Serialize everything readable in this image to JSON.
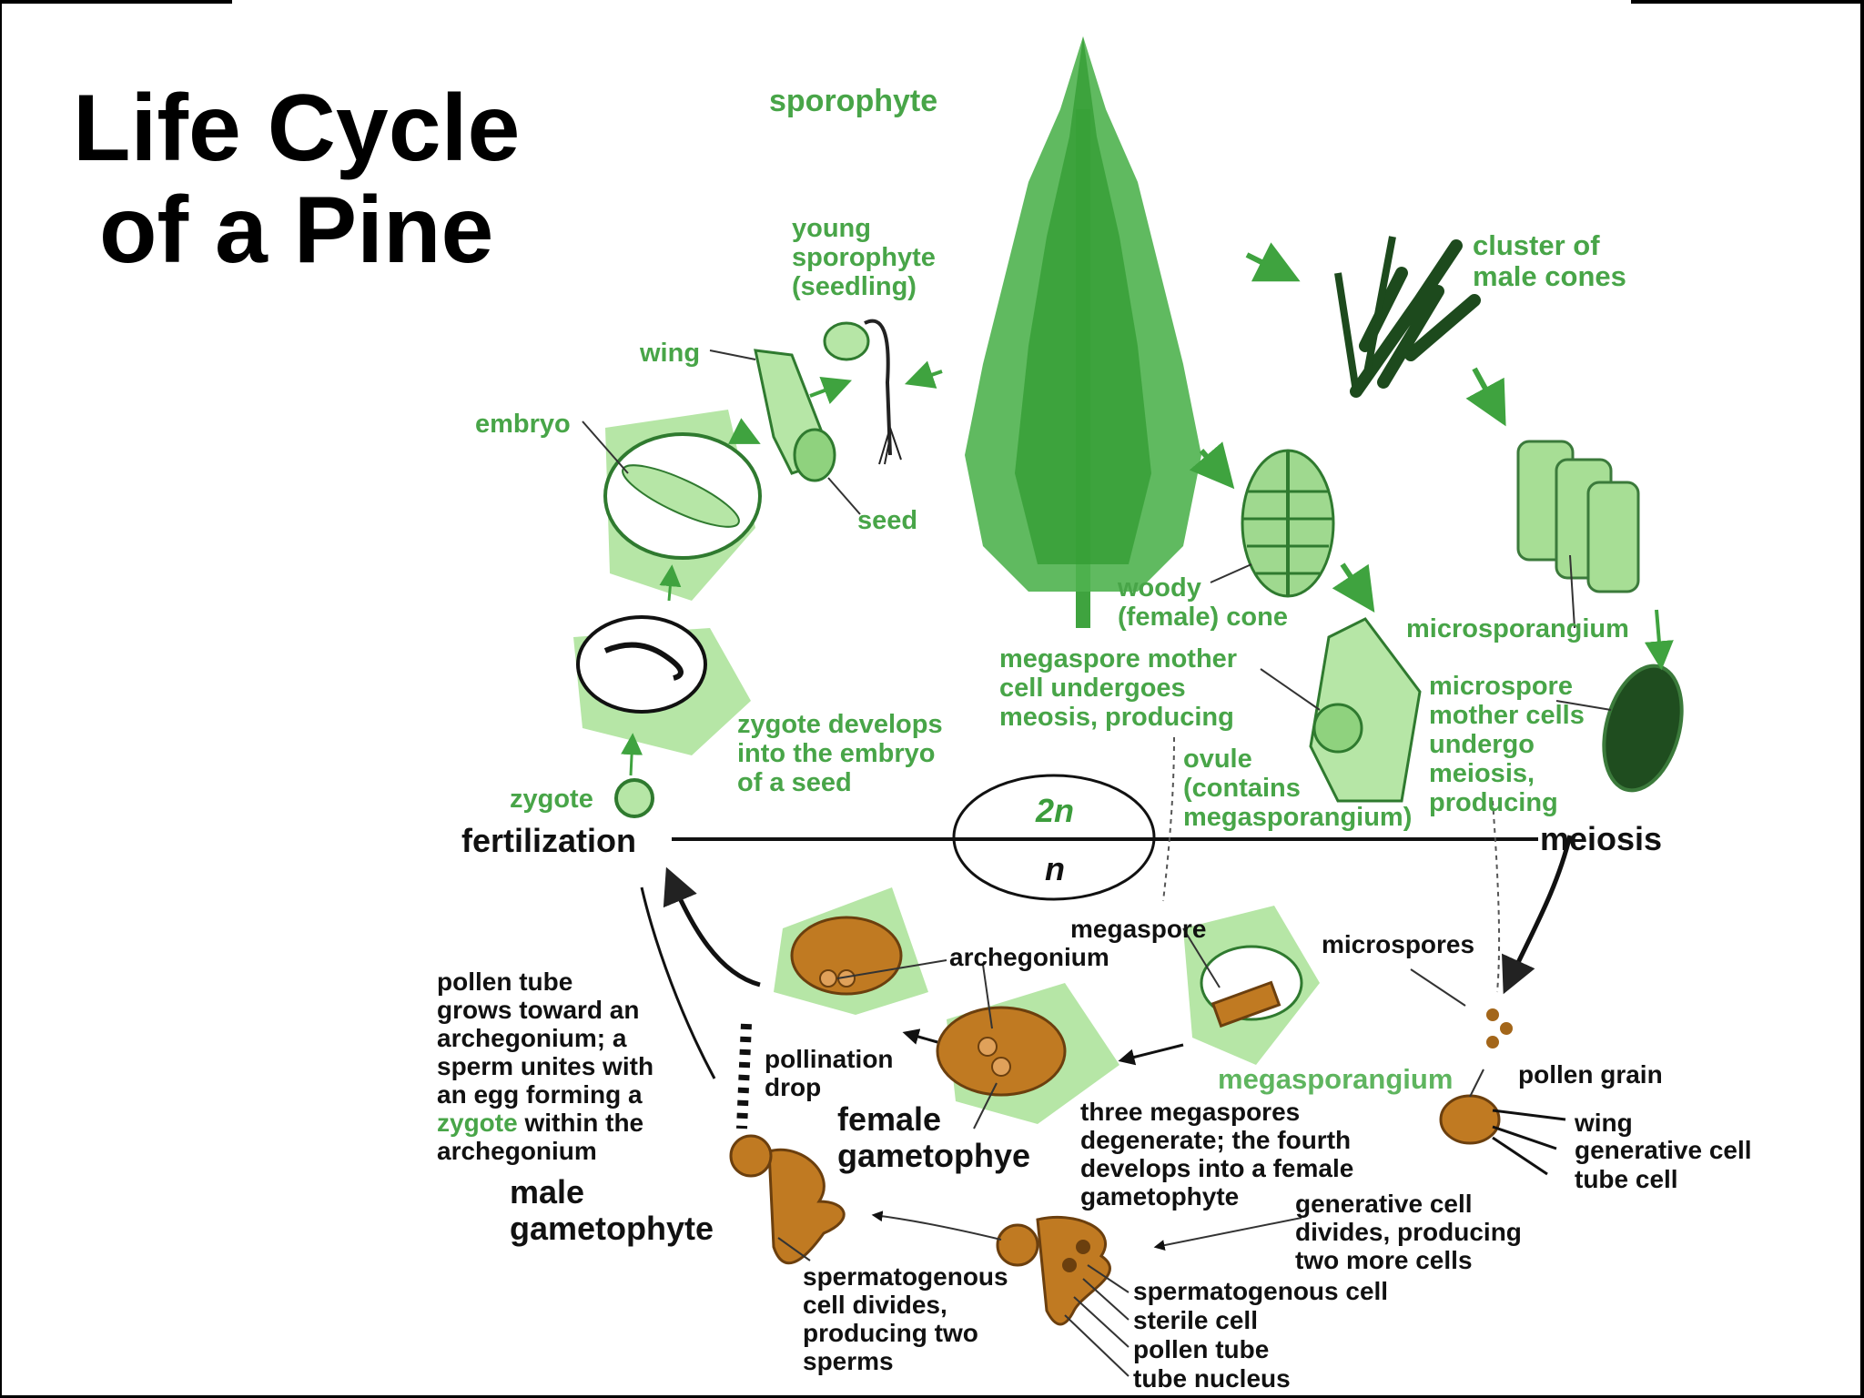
{
  "title": {
    "line1": "Life Cycle",
    "line2": "of a Pine"
  },
  "labels": {
    "sporophyte": "sporophyte",
    "young_sporophyte": "young\nsporophyte\n(seedling)",
    "wing_top": "wing",
    "embryo": "embryo",
    "seed": "seed",
    "cluster_male_cones": "cluster of\nmale cones",
    "woody_cone": "woody\n(female) cone",
    "megaspore_mother": "megaspore mother\ncell undergoes\nmeosis, producing",
    "microsporangium": "microsporangium",
    "microspore_mother": "microspore\nmother cells\nundergo\nmeiosis,\nproducing",
    "zygote_develops": "zygote develops\ninto the embryo\nof a seed",
    "zygote": "zygote",
    "ovule": "ovule\n(contains\nmegasporangium)",
    "fertilization": "fertilization",
    "meiosis": "meiosis",
    "diploid": "2n",
    "haploid": "n",
    "megaspore": "megaspore",
    "microspores": "microspores",
    "archegonium": "archegonium",
    "pollen_tube_text_1": "pollen tube\ngrows toward an\narchegonium; a\nsperm unites with\nan egg forming a",
    "pollen_tube_zygote": "zygote",
    "pollen_tube_text_2": " within the",
    "pollen_tube_text_3": "archegonium",
    "pollination_drop": "pollination\ndrop",
    "female_gametophyte": "female\ngametophye",
    "megasporangium": "megasporangium",
    "pollen_grain": "pollen grain",
    "wing_bottom": "wing",
    "generative_cell": "generative cell",
    "tube_cell": "tube cell",
    "three_megaspores": "three megaspores\ndegenerate; the fourth\ndevelops into a female\ngametophyte",
    "generative_divides": "generative cell\ndivides, producing\ntwo more cells",
    "male_gametophyte": "male\ngametophyte",
    "spermatogenous_divides": "spermatogenous\ncell divides,\nproducing two\nsperms",
    "spermatogenous_cell": "spermatogenous cell",
    "sterile_cell": "sterile cell",
    "pollen_tube": "pollen tube",
    "tube_nucleus": "tube nucleus"
  },
  "colors": {
    "green_label": "#48a548",
    "plant_green": "#3fa33f",
    "pale_green": "#b6e6a6",
    "brown": "#c07a22",
    "dark": "#111111"
  }
}
